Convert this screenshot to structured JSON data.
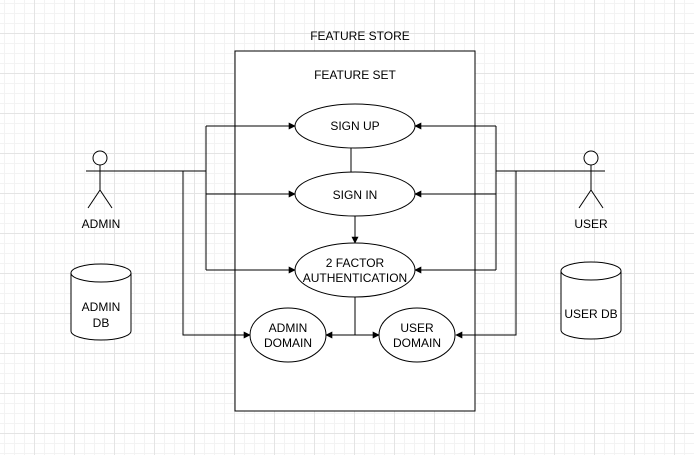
{
  "diagram": {
    "store_title": "FEATURE STORE",
    "set_title": "FEATURE SET",
    "actors": {
      "admin": "ADMIN",
      "user": "USER"
    },
    "databases": {
      "admin_db": [
        "ADMIN",
        "DB"
      ],
      "user_db": [
        "USER DB"
      ]
    },
    "use_cases": {
      "sign_up": [
        "SIGN UP"
      ],
      "sign_in": [
        "SIGN IN"
      ],
      "two_factor": [
        "2 FACTOR",
        "AUTHENTICATION"
      ],
      "admin_domain": [
        "ADMIN",
        "DOMAIN"
      ],
      "user_domain": [
        "USER",
        "DOMAIN"
      ]
    }
  }
}
